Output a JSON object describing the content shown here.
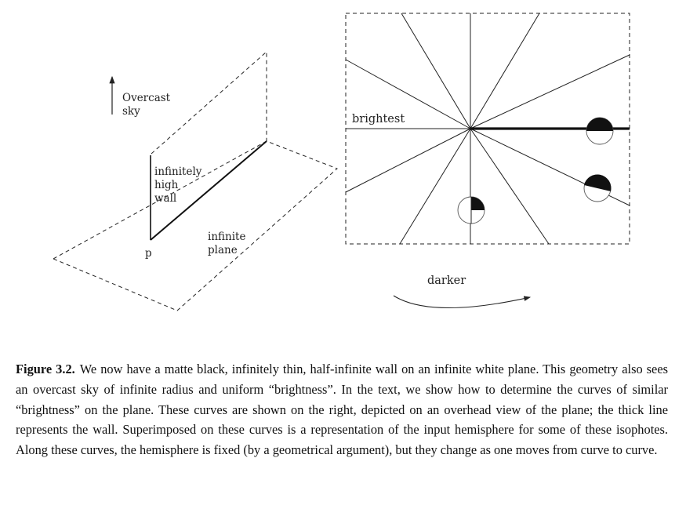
{
  "figure": {
    "left_panel": {
      "sky_label_line1": "Overcast",
      "sky_label_line2": "sky",
      "wall_label_line1": "infinitely",
      "wall_label_line2": "high",
      "wall_label_line3": "wall",
      "plane_label_line1": "infinite",
      "plane_label_line2": "plane",
      "point_label": "p"
    },
    "right_panel": {
      "brightest_label": "brightest",
      "darker_label": "darker"
    }
  },
  "caption": {
    "label": "Figure 3.2.",
    "text": "We now have a matte black, infinitely thin, half-infinite wall on an infinite white plane. This geometry also sees an overcast sky of infinite radius and uniform “brightness”. In the text, we show how to determine the curves of similar “brightness” on the plane. These curves are shown on the right, depicted on an overhead view of the plane; the thick line represents the wall. Superimposed on these curves is a representation of the input hemisphere for some of these isophotes. Along these curves, the hemisphere is fixed (by a geometrical argument), but they change as one moves from curve to curve."
  }
}
